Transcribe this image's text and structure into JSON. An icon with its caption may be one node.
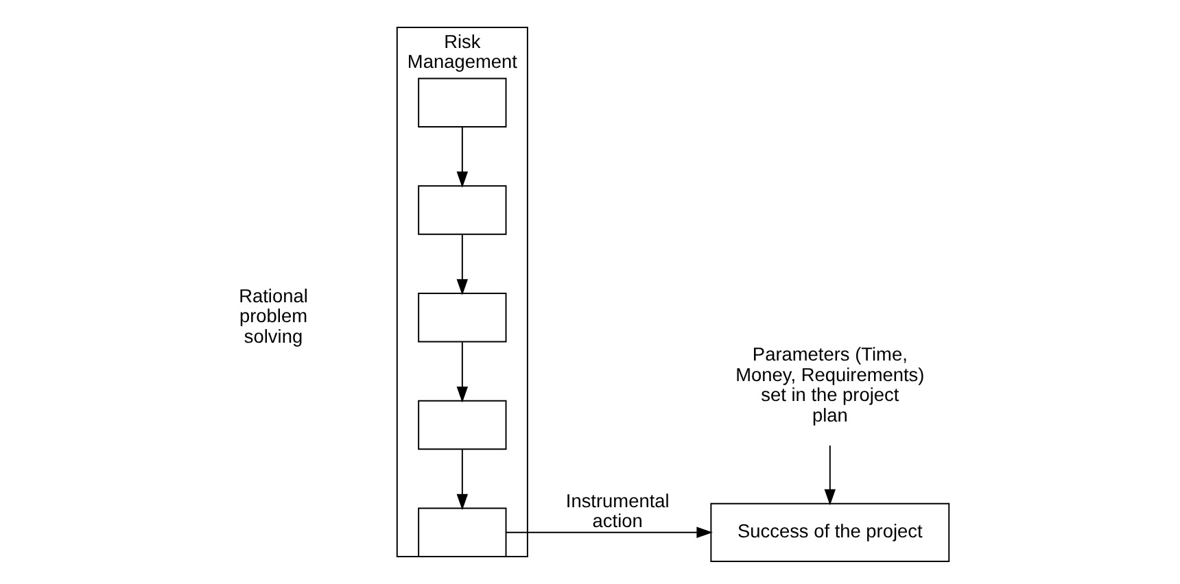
{
  "diagram": {
    "nodes": [
      {
        "text": [
          "Risk Management"
        ]
      },
      {
        "text": [],
        "shape": "box",
        "in": 0
      },
      {
        "text": [],
        "shape": "box",
        "in": 0
      },
      {
        "text": [],
        "shape": "box",
        "in": 0
      },
      {
        "text": [],
        "shape": "box",
        "in": 0
      },
      {
        "text": [],
        "shape": "box",
        "in": 0
      },
      {
        "text": [
          "Parameters (Time, Money, Requirements) set in the project plan"
        ]
      },
      {
        "text": [
          "Success of the project"
        ]
      }
    ],
    "edges": [
      {
        "from": 1,
        "to": 2,
        "arrow": "to"
      },
      {
        "from": 2,
        "to": 3,
        "arrow": "to"
      },
      {
        "from": 3,
        "to": 4,
        "arrow": "to"
      },
      {
        "from": 4,
        "to": 5,
        "arrow": "to"
      },
      {
        "from": 5,
        "to": 7,
        "label": "Instrumental action",
        "arrow": "to"
      },
      {
        "from": 6,
        "to": 7,
        "arrow": "to"
      }
    ],
    "labels": [
      "Rational problem solving"
    ]
  }
}
